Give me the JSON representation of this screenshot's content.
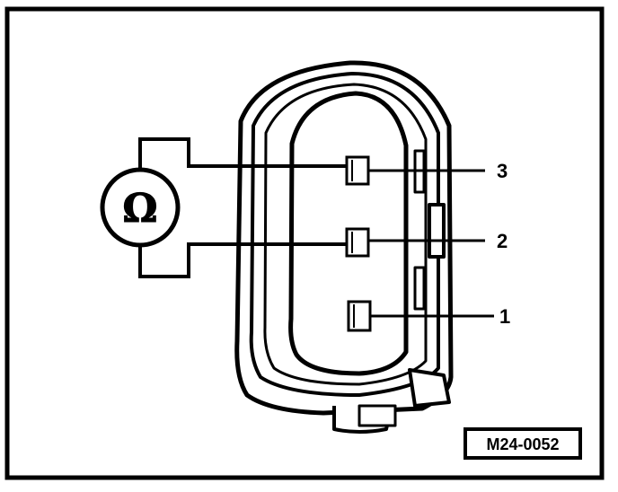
{
  "diagram": {
    "pins": [
      {
        "id": "pin-3",
        "label": "3"
      },
      {
        "id": "pin-2",
        "label": "2"
      },
      {
        "id": "pin-1",
        "label": "1"
      }
    ],
    "meter_symbol": "Ω",
    "figure_code": "M24-0052",
    "colors": {
      "ink": "#000000",
      "paper": "#ffffff"
    }
  }
}
